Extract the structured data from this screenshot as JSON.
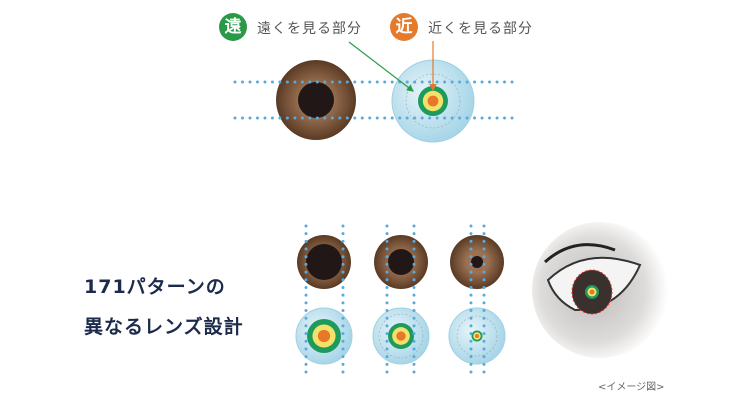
{
  "legend": {
    "far": {
      "badge": "遠",
      "label": "遠くを見る部分",
      "color": "#2a9a48"
    },
    "near": {
      "badge": "近",
      "label": "近くを見る部分",
      "color": "#e57a2b"
    }
  },
  "headline": {
    "line1": "171パターンの",
    "line2": "異なるレンズ設計"
  },
  "caption": "<イメージ図>",
  "colors": {
    "iris": "#6b4a32",
    "pupil": "#211716",
    "lens": "#bfe2ef",
    "dots": "#5aa9dc",
    "zone_far": "#1f9a5e",
    "zone_mid": "#f2e26a",
    "zone_near": "#e8772a"
  }
}
